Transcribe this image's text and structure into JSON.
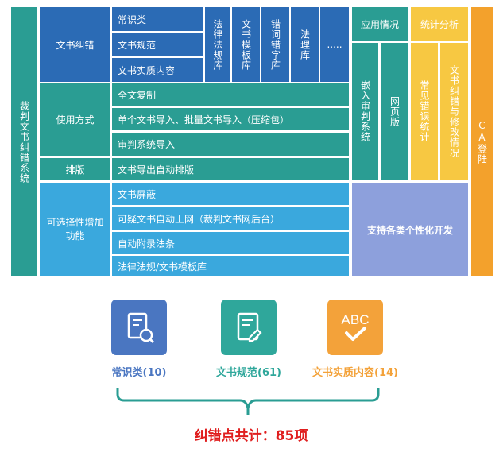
{
  "left_title": "裁判文书纠错系统",
  "groups": [
    {
      "label": "文书纠错",
      "items": [
        "常识类",
        "文书规范",
        "文书实质内容"
      ]
    },
    {
      "label": "使用方式",
      "items": [
        "全文复制",
        "单个文书导入、批量文书导入（压缩包）",
        "审判系统导入"
      ]
    },
    {
      "label": "排版",
      "items": [
        "文书导出自动排版"
      ]
    },
    {
      "label": "可选择性增加功能",
      "items": [
        "文书屏蔽",
        "可疑文书自动上网（裁判文书网后台）",
        "自动附录法条",
        "法律法规/文书模板库"
      ]
    }
  ],
  "libraries": [
    "法律法规库",
    "文书模板库",
    "错词错字库",
    "法理库",
    "....."
  ],
  "app_header": "应用情况",
  "apps": [
    "嵌入审判系统",
    "网页版"
  ],
  "stats_header": "统计分析",
  "stats": [
    "常见错误统计",
    "文书纠错与修改情况"
  ],
  "custom_dev": "支持各类个性化开发",
  "ca_login": "CA登陆",
  "categories": [
    {
      "name": "常识类(10)",
      "color": "#4a76c1",
      "icon": "document-search-icon"
    },
    {
      "name": "文书规范(61)",
      "color": "#2fa79b",
      "icon": "document-edit-icon"
    },
    {
      "name": "文书实质内容(14)",
      "color": "#f3a23a",
      "icon": "abc-check-icon",
      "icon_text": "ABC"
    }
  ],
  "total": "纠错点共计：85项",
  "colors": {
    "dark_blue": "#2b6bb5",
    "teal": "#2a9d93",
    "sky": "#3aa8dd",
    "yellow": "#f7c842",
    "orange": "#f3a12c",
    "purple": "#8da0dc",
    "red": "#e01e1e"
  }
}
